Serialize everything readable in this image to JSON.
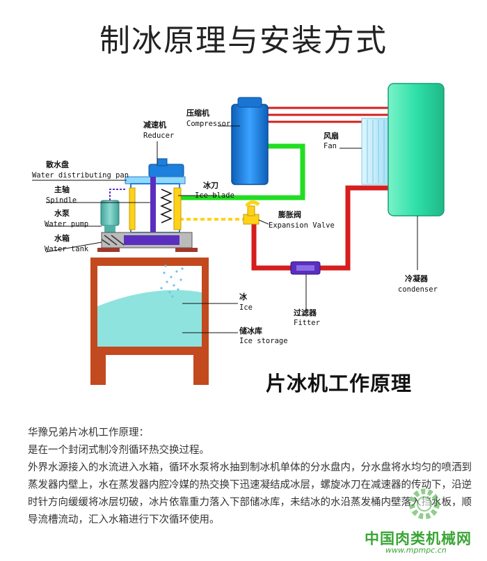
{
  "title": "制冰原理与安装方式",
  "diagram": {
    "caption": "片冰机工作原理",
    "labels": {
      "reducer_cn": "减速机",
      "reducer_en": "Reducer",
      "compressor_cn": "压缩机",
      "compressor_en": "Compressor",
      "fan_cn": "风扇",
      "fan_en": "Fan",
      "pan_cn": "散水盘",
      "pan_en": "Water distributing pan",
      "spindle_cn": "主轴",
      "spindle_en": "Spindle",
      "blade_cn": "冰刀",
      "blade_en": "Ice blade",
      "pump_cn": "水泵",
      "pump_en": "Water pump",
      "valve_cn": "膨胀阀",
      "valve_en": "Expansion Valve",
      "tank_cn": "水箱",
      "tank_en": "Water tank",
      "ice_cn": "冰",
      "ice_en": "Ice",
      "filter_cn": "过滤器",
      "filter_en": "Fitter",
      "storage_cn": "储冰库",
      "storage_en": "Ice storage",
      "condenser_cn": "冷凝器",
      "condenser_en": "condenser"
    },
    "colors": {
      "condenser": "#2ee0a8",
      "compressor": "#1e7fdc",
      "hot_line": "#d61e1e",
      "suction_line": "#22dd22",
      "storage": "#c24a1e",
      "ice": "#8fe3df",
      "valve": "#ffd21a",
      "filter": "#5a2fbf"
    }
  },
  "description": {
    "line1": "华豫兄弟片冰机工作原理：",
    "line2": "是在一个封闭式制冷剂循环热交换过程。",
    "body": "外界水源接入的水流进入水箱，循环水泵将水抽到制冰机单体的分水盘内，分水盘将水均匀的喷洒到蒸发器内壁上，水在蒸发器内腔冷媒的热交换下迅速凝结成冰层，螺旋冰刀在减速器的传动下，沿逆时针方向缓缓将冰层切破，冰片依靠重力落入下部储冰库，未结冰的水沿蒸发桶内壁落入挡水板，顺导流槽流动，汇入水箱进行下次循环使用。"
  },
  "watermark": {
    "text": "中国肉类机械网",
    "url": "www.mpmpc.cn"
  }
}
